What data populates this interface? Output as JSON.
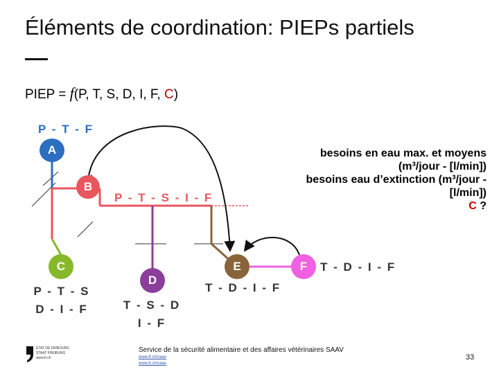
{
  "slide": {
    "title": "Éléments de coordination: PIEPs partiels",
    "title_dash": "—",
    "formula": {
      "prefix": "PIEP = ",
      "fn": "f",
      "args": "(P, T, S, D, I, F, ",
      "c": "C",
      "close": ")"
    }
  },
  "diagram": {
    "label_ptf": "P - T - F",
    "label_ptsif": "P - T - S - I - F",
    "label_c_line1": "P - T - S",
    "label_c_line2": "D - I - F",
    "label_d_line1": "T - S - D",
    "label_d_line2": "I - F",
    "label_e": "T - D - I - F",
    "label_f": "T - D - I - F",
    "nodes": {
      "a": "A",
      "b": "B",
      "c": "C",
      "d": "D",
      "e": "E",
      "f": "F"
    },
    "colors": {
      "trunk_blue": "#2c6ebf",
      "trunk_red": "#e8565e",
      "trunk_green": "#86b82a",
      "branch_purple": "#8a3f9a",
      "branch_brown": "#89643b",
      "branch_pink": "#f060e0"
    }
  },
  "info": {
    "line1": "besoins en eau max. et moyens",
    "line2": "(m³/jour - [l/min])",
    "line3": "besoins eau d’extinction (m³/jour -",
    "line4": "[l/min])",
    "line5_c": "C",
    "line5_q": " ?"
  },
  "footer": {
    "logo_line1": "ETAT DE FRIBOURG",
    "logo_line2": "STAAT FREIBURG",
    "logo_line3": "www.fr.ch",
    "service": "Service de la sécurité alimentaire et des affaires vétérinaires SAAV",
    "link1": "www.fr.ch/saav",
    "link2": "www.fr.ch/saav",
    "page": "33"
  }
}
